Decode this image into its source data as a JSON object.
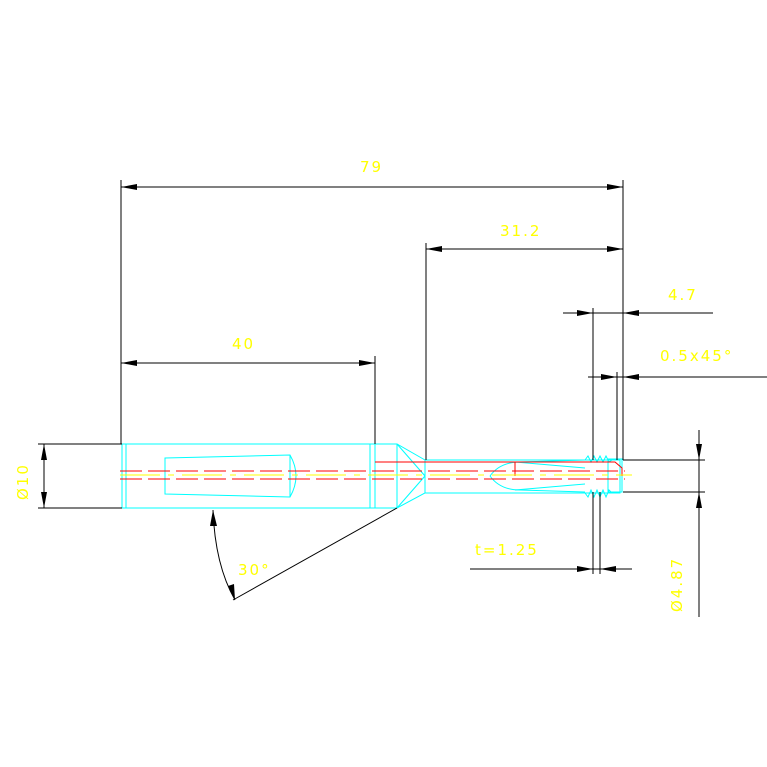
{
  "dimensions": {
    "overall_length": "79",
    "shank_length": "40",
    "tip_section_length": "31.2",
    "end_length": "4.7",
    "chamfer": "0.5x45°",
    "thread_pitch": "t=1.25",
    "shank_diameter": "Ø10",
    "tip_diameter": "Ø4.87",
    "cone_angle": "30°"
  },
  "colors": {
    "background": "#ffffff",
    "dimension_lines": "#000000",
    "outline": "#00ffff",
    "centerline": "#ff0000",
    "text": "#ffff00"
  }
}
